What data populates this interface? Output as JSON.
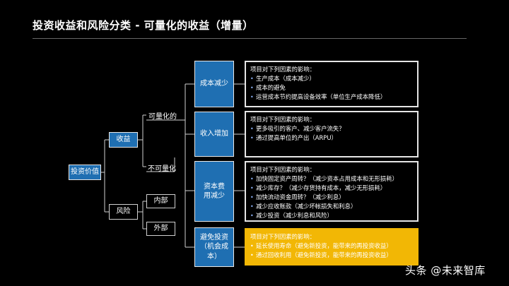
{
  "title": "投资收益和风险分类 - 可量化的收益（增量）",
  "tree": {
    "root": "投资价值",
    "level1": [
      "收益",
      "风险"
    ],
    "income_children": [
      "可量化的",
      "不可量化"
    ],
    "risk_children": [
      "内部",
      "外部"
    ],
    "categories": [
      {
        "label": "成本减少",
        "head": "项目对下列因素的影响：",
        "items": [
          "生产成本（成本减少）",
          "成本的避免",
          "运营成本节约提高设备效率（单位生产成本降低）"
        ]
      },
      {
        "label": "收入增加",
        "head": "项目对下列因素的影响：",
        "items": [
          "更多吸引的客户、减少客户流失？",
          "通过提高单位的产出（ARPU）"
        ]
      },
      {
        "label": "资本费用减少",
        "head": "项目对下列因素的影响：",
        "items": [
          "加快固定资产周转？（减少资本占用成本和无形损耗）",
          "减少库存？（减少存货持有成本，减少无形损耗）",
          "加快流动资金周转？（减少利息）",
          "减少应收账款（减少坏帐损失和利息）",
          "减少投资（减少利息和风险）"
        ]
      },
      {
        "label": "避免投资（机会成本）",
        "head": "项目对下列因素的影响：",
        "items": [
          "延长使用寿命（避免新投资，能带来的再投资收益）",
          "通过回收利用（避免新投资，能带来的再投资收益）"
        ]
      }
    ]
  },
  "watermark": "头条 @未来智库",
  "colors": {
    "node_blue": "#1f6fb2",
    "highlight": "#f2b705",
    "line": "#d0d0d0"
  }
}
